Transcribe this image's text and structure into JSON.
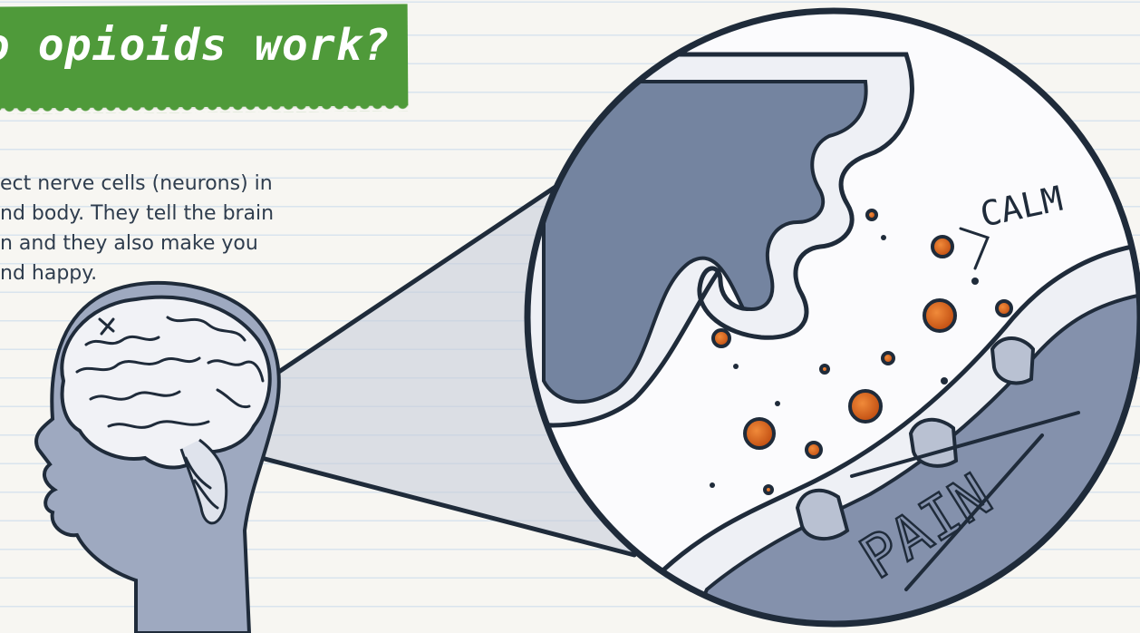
{
  "title": "o opioids work?",
  "body_lines": [
    "ect nerve cells (neurons) in",
    "nd body. They tell the brain",
    "n and they also make you",
    "nd happy."
  ],
  "labels": {
    "calm": "CALM",
    "pain": "PAIN"
  },
  "colors": {
    "banner_green": "#4f9a3a",
    "outline": "#1f2b3a",
    "cell_blue": "#7484a0",
    "cell_light": "#b9c1d2",
    "head_fill": "#9ea9c0",
    "molecule_orange": "#d9631e"
  }
}
